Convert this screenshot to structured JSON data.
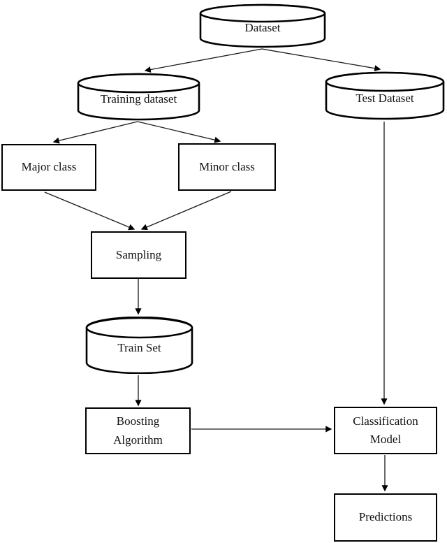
{
  "diagram": {
    "type": "flowchart",
    "background_color": "#ffffff",
    "stroke_color": "#000000",
    "nodes": {
      "dataset": {
        "label": "Dataset",
        "shape": "cylinder"
      },
      "training_dataset": {
        "label": "Training dataset",
        "shape": "cylinder"
      },
      "test_dataset": {
        "label": "Test Dataset",
        "shape": "cylinder"
      },
      "major_class": {
        "label": "Major class",
        "shape": "rect"
      },
      "minor_class": {
        "label": "Minor class",
        "shape": "rect"
      },
      "sampling": {
        "label": "Sampling",
        "shape": "rect"
      },
      "train_set": {
        "label": "Train Set",
        "shape": "cylinder"
      },
      "boosting_algorithm": {
        "label": "Boosting Algorithm",
        "shape": "rect"
      },
      "classification_model": {
        "label": "Classification Model",
        "shape": "rect"
      },
      "predictions": {
        "label": "Predictions",
        "shape": "rect"
      }
    },
    "edges": [
      {
        "from": "dataset",
        "to": "training_dataset"
      },
      {
        "from": "dataset",
        "to": "test_dataset"
      },
      {
        "from": "training_dataset",
        "to": "major_class"
      },
      {
        "from": "training_dataset",
        "to": "minor_class"
      },
      {
        "from": "major_class",
        "to": "sampling"
      },
      {
        "from": "minor_class",
        "to": "sampling"
      },
      {
        "from": "sampling",
        "to": "train_set"
      },
      {
        "from": "train_set",
        "to": "boosting_algorithm"
      },
      {
        "from": "boosting_algorithm",
        "to": "classification_model"
      },
      {
        "from": "test_dataset",
        "to": "classification_model"
      },
      {
        "from": "classification_model",
        "to": "predictions"
      }
    ]
  }
}
